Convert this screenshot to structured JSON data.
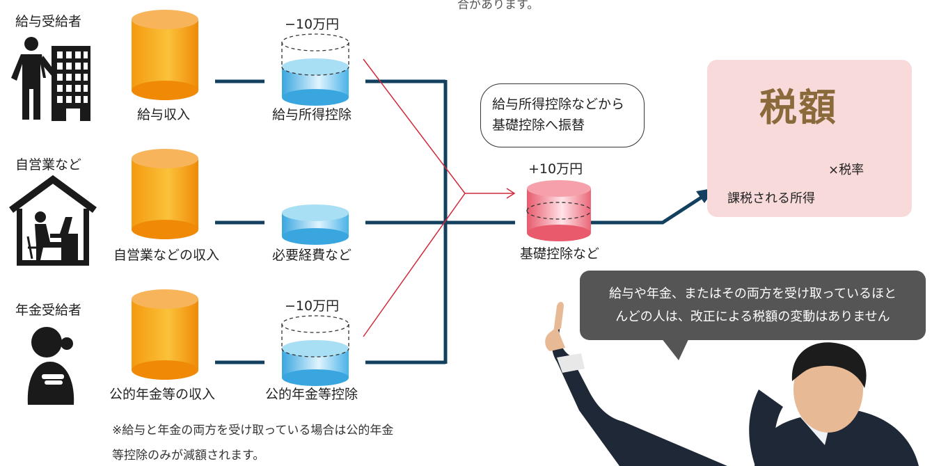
{
  "top_note": "合があります。",
  "groups": {
    "salary_earner": "給与受給者",
    "self_employed": "自営業など",
    "pensioner": "年金受給者"
  },
  "income_labels": {
    "salary": "給与収入",
    "self_employed": "自営業などの収入",
    "pension": "公的年金等の収入"
  },
  "deduction_labels": {
    "salary": "給与所得控除",
    "self_employed": "必要経費など",
    "pension": "公的年金等控除"
  },
  "changes": {
    "salary_minus": "−10万円",
    "pension_minus": "−10万円",
    "basic_plus": "+10万円"
  },
  "transfer_note": [
    "給与所得控除などから",
    "基礎控除へ振替"
  ],
  "basic_deduction_label": "基礎控除など",
  "tax": {
    "title": "税額",
    "taxable_income": "課税される所得",
    "rate": "×税率"
  },
  "speech": [
    "給与や年金、またはその両方を受け取っているほと",
    "んどの人は、改正による税額の変動はありません"
  ],
  "footnote": [
    "※給与と年金の両方を受け取っている場合は公的年金",
    "等控除のみが減額されます。"
  ]
}
